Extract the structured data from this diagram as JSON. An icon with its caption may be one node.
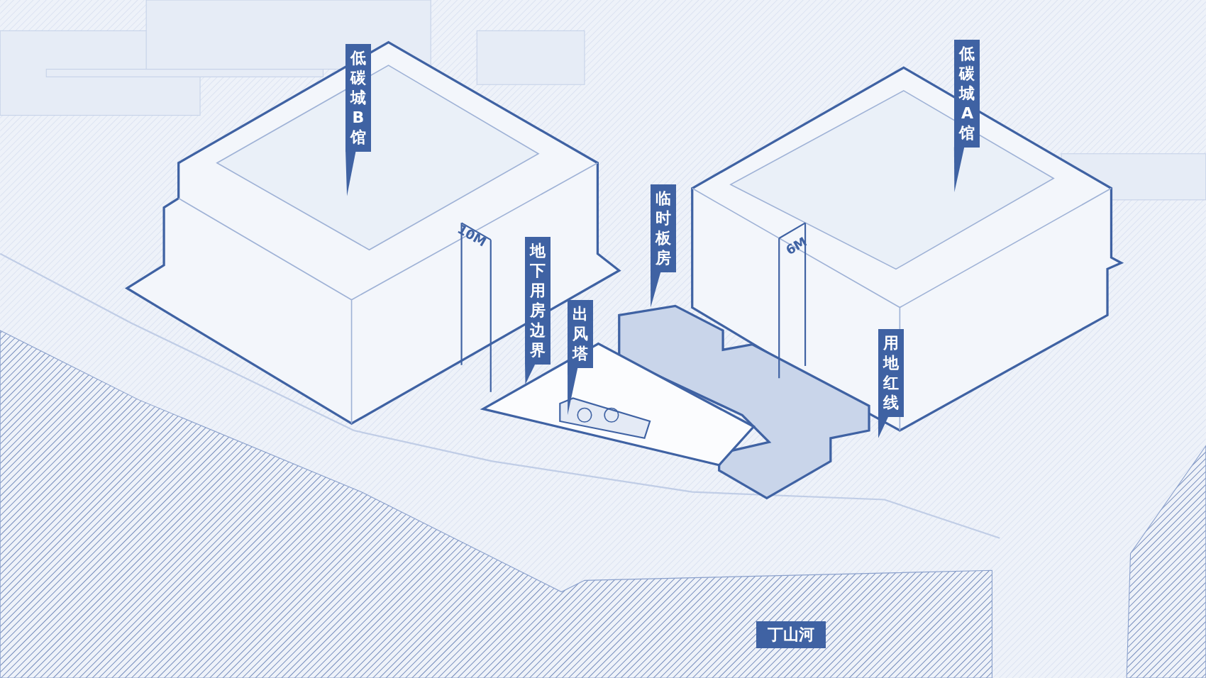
{
  "diagram": {
    "nodes": [
      {
        "text": [
          "低碳城B馆"
        ]
      },
      {
        "text": [
          "低碳城A馆"
        ]
      },
      {
        "text": [
          "临时板房"
        ]
      },
      {
        "text": [
          "地下用房边界"
        ]
      },
      {
        "text": [
          "出风塔"
        ]
      },
      {
        "text": [
          "用地红线"
        ]
      },
      {
        "text": [
          "丁山河"
        ]
      }
    ],
    "edges": [
      {
        "from": 0,
        "to": null,
        "arrow": "to"
      },
      {
        "from": 1,
        "to": null,
        "arrow": "to"
      },
      {
        "from": 2,
        "to": null,
        "arrow": "to"
      },
      {
        "from": 3,
        "to": null,
        "arrow": "to"
      },
      {
        "from": 4,
        "to": null,
        "arrow": "to"
      },
      {
        "from": 5,
        "to": null,
        "arrow": "to"
      }
    ],
    "labels": [
      "10M",
      "6M"
    ]
  }
}
